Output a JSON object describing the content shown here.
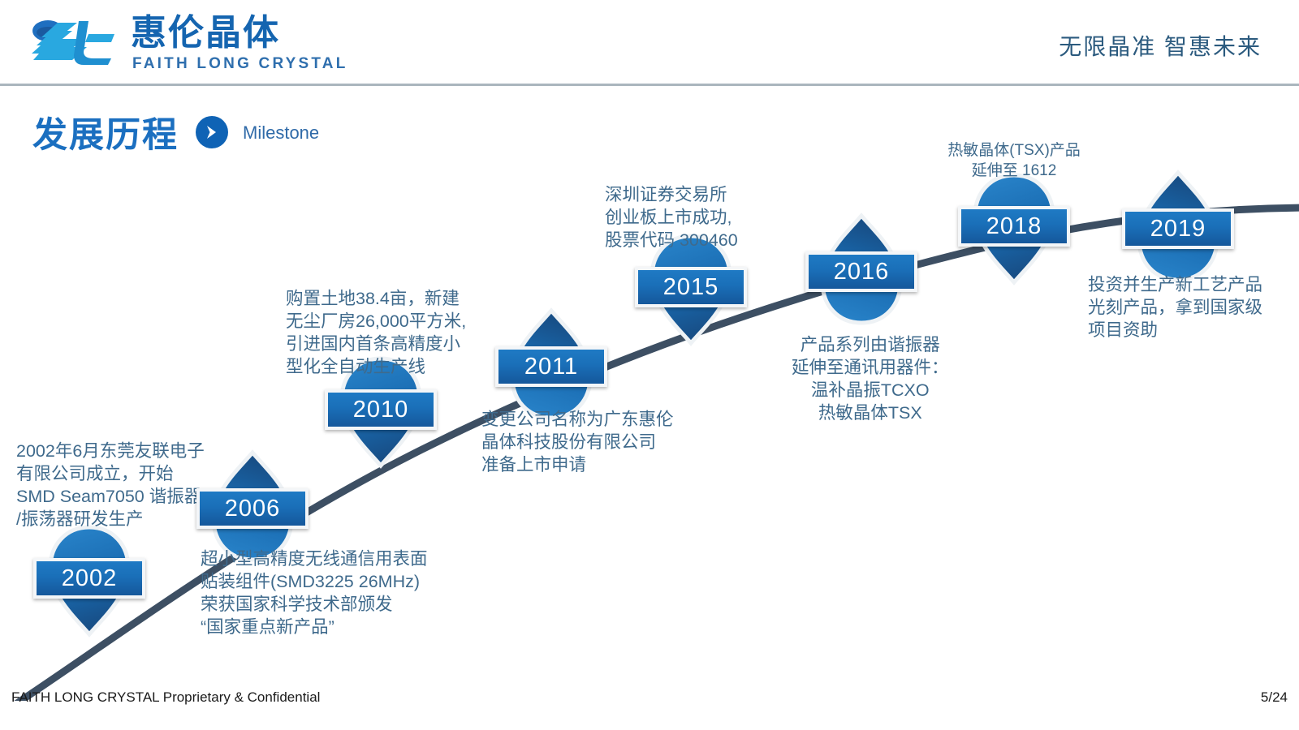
{
  "header": {
    "logo_cn": "惠伦晶体",
    "logo_en": "FAITH LONG CRYSTAL",
    "logo_icon": "faith-long-crystal-logo",
    "slogan": "无限晶准   智惠未来"
  },
  "title": {
    "cn": "发展历程",
    "en": "Milestone",
    "arrow_icon": "chevron-right-icon"
  },
  "colors": {
    "brand_blue": "#1565b0",
    "title_blue": "#1b6fc0",
    "marker_dark": "#1b4f80",
    "marker_light": "#1f7ac4",
    "curve": "#3d4f63",
    "caption_text": "#3f6a8c",
    "slogan_text": "#2b5a7e",
    "rule": "#aab6bd"
  },
  "timeline": {
    "milestones": [
      {
        "year": "2002",
        "pin": "down",
        "caption_position": "above",
        "caption": "2002年6月东莞友联电子\n有限公司成立，开始\nSMD Seam7050 谐振器\n/振荡器研发生产"
      },
      {
        "year": "2006",
        "pin": "up",
        "caption_position": "below",
        "caption": "超小型高精度无线通信用表面\n贴装组件(SMD3225 26MHz)\n荣获国家科学技术部颁发\n“国家重点新产品”"
      },
      {
        "year": "2010",
        "pin": "down",
        "caption_position": "above",
        "caption": "购置土地38.4亩，新建\n无尘厂房26,000平方米,\n引进国内首条高精度小\n型化全自动生产线"
      },
      {
        "year": "2011",
        "pin": "up",
        "caption_position": "below",
        "caption": "变更公司名称为广东惠伦\n晶体科技股份有限公司\n准备上市申请"
      },
      {
        "year": "2015",
        "pin": "down",
        "caption_position": "above",
        "caption": "深圳证券交易所\n创业板上市成功,\n股票代码 300460"
      },
      {
        "year": "2016",
        "pin": "up",
        "caption_position": "below",
        "caption": "产品系列由谐振器\n延伸至通讯用器件：\n温补晶振TCXO\n热敏晶体TSX"
      },
      {
        "year": "2018",
        "pin": "down",
        "caption_position": "above",
        "caption": "热敏晶体(TSX)产品\n延伸至 1612"
      },
      {
        "year": "2019",
        "pin": "up",
        "caption_position": "below",
        "caption": "投资并生产新工艺产品\n光刻产品，拿到国家级\n项目资助"
      }
    ]
  },
  "footer": {
    "left": "FAITH LONG CRYSTAL Proprietary & Confidential",
    "right": "5/24"
  }
}
